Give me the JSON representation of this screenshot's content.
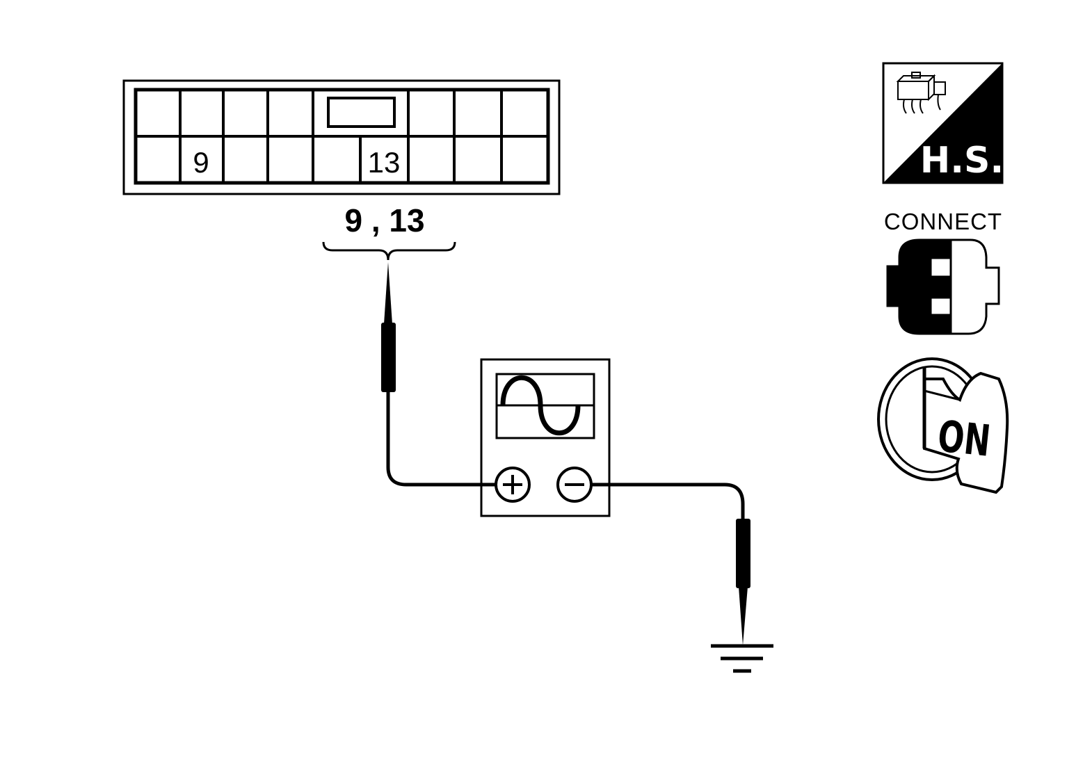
{
  "connector": {
    "pin_a": "9",
    "pin_b": "13",
    "pins_label": "9 , 13"
  },
  "icons": {
    "harness_side_label": "H.S.",
    "connect_label": "CONNECT",
    "ignition_label": "ON"
  },
  "oscilloscope": {
    "positive_terminal": "+",
    "negative_terminal": "−"
  },
  "colors": {
    "line": "#000000",
    "background": "#ffffff"
  }
}
